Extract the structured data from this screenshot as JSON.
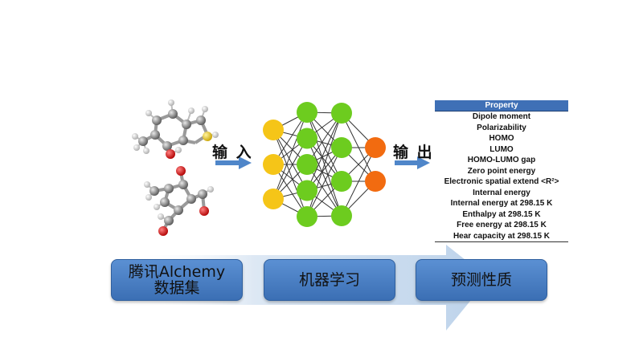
{
  "input_label": "输 入",
  "output_label": "输 出",
  "table": {
    "header": "Property",
    "rows": [
      "Dipole moment",
      "Polarizability",
      "HOMO",
      "LUMO",
      "HOMO-LUMO gap",
      "Zero point energy",
      "Electronic spatial extend <R²>",
      "Internal energy",
      "Internal energy at 298.15 K",
      "Enthalpy at 298.15 K",
      "Free energy at 298.15 K",
      "Hear capacity at 298.15 K"
    ]
  },
  "pipeline": {
    "step1_line1": "腾讯Alchemy",
    "step1_line2": "数据集",
    "step2": "机器学习",
    "step3": "预测性质"
  },
  "network": {
    "layers": [
      3,
      5,
      4,
      2
    ],
    "layer_colors": [
      "#f5c518",
      "#6dcc1f",
      "#6dcc1f",
      "#f26b10"
    ]
  },
  "colors": {
    "arrow": "#4f86c9",
    "box": "#4a7fc4",
    "table_header": "#3f70b6"
  }
}
